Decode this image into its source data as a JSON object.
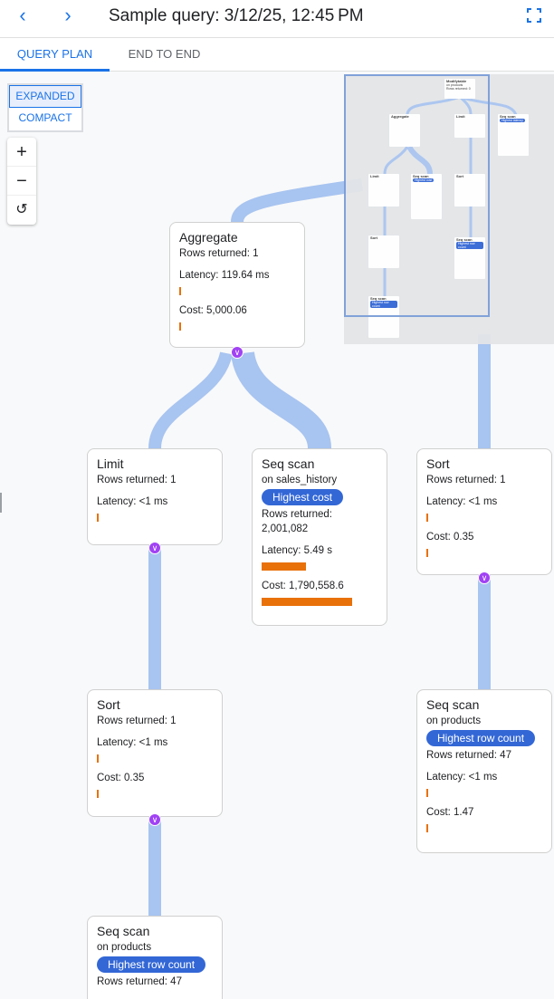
{
  "header": {
    "title": "Sample query: 3/12/25, 12:45 PM",
    "back_icon": "chevron-left-icon",
    "forward_icon": "chevron-right-icon",
    "fullscreen_icon": "fullscreen-icon"
  },
  "tabs": [
    {
      "label": "QUERY PLAN",
      "active": true
    },
    {
      "label": "END TO END",
      "active": false
    }
  ],
  "view_modes": [
    {
      "label": "EXPANDED",
      "active": true
    },
    {
      "label": "COMPACT",
      "active": false
    }
  ],
  "zoom_controls": {
    "zoom_in": "+",
    "zoom_out": "−",
    "reset": "↺"
  },
  "colors": {
    "accent": "#1a73e8",
    "bar": "#e8710a",
    "pill": "#3367d6",
    "link": "#a8c4f0",
    "expand": "#a142f4"
  },
  "nodes": {
    "aggregate": {
      "title": "Aggregate",
      "rows": "Rows returned: 1",
      "latency": "Latency: 119.64 ms",
      "latency_bar": 0.02,
      "cost": "Cost: 5,000.06",
      "cost_bar": 0.02
    },
    "limit": {
      "title": "Limit",
      "rows": "Rows returned: 1",
      "latency": "Latency: <1 ms",
      "latency_bar": 0.02
    },
    "seq_sales": {
      "title": "Seq scan",
      "on": "on sales_history",
      "badge": "Highest cost",
      "rows": "Rows returned:",
      "rows_value": "2,001,082",
      "latency": "Latency: 5.49 s",
      "latency_bar": 0.49,
      "cost": "Cost: 1,790,558.6",
      "cost_bar": 1.0
    },
    "sort_right": {
      "title": "Sort",
      "rows": "Rows returned: 1",
      "latency": "Latency: <1 ms",
      "latency_bar": 0.02,
      "cost": "Cost: 0.35",
      "cost_bar": 0.02
    },
    "sort_left": {
      "title": "Sort",
      "rows": "Rows returned: 1",
      "latency": "Latency: <1 ms",
      "latency_bar": 0.02,
      "cost": "Cost: 0.35",
      "cost_bar": 0.02
    },
    "seq_products_right": {
      "title": "Seq scan",
      "on": "on products",
      "badge": "Highest row count",
      "rows": "Rows returned: 47",
      "latency": "Latency: <1 ms",
      "latency_bar": 0.02,
      "cost": "Cost: 1.47",
      "cost_bar": 0.02
    },
    "seq_products_bottom": {
      "title": "Seq scan",
      "on": "on products",
      "badge": "Highest row count",
      "rows": "Rows returned: 47"
    }
  },
  "minimap": {
    "modifytable": {
      "title": "Modifytable",
      "on": "on products",
      "rows": "Rows returned: 0"
    },
    "aggregate": {
      "title": "Aggregate"
    },
    "limit": {
      "title": "Limit"
    },
    "seq_latency": {
      "title": "Seq scan",
      "badge": "Highest latency"
    },
    "limit2": {
      "title": "Limit"
    },
    "seq_sales": {
      "title": "Seq scan",
      "badge": "Highest cost"
    },
    "sort": {
      "title": "Sort"
    },
    "sort2": {
      "title": "Sort"
    },
    "seq_products": {
      "title": "Seq scan",
      "badge": "Highest row count"
    },
    "seq_products2": {
      "title": "Seq scan",
      "badge": "Highest row count"
    }
  }
}
